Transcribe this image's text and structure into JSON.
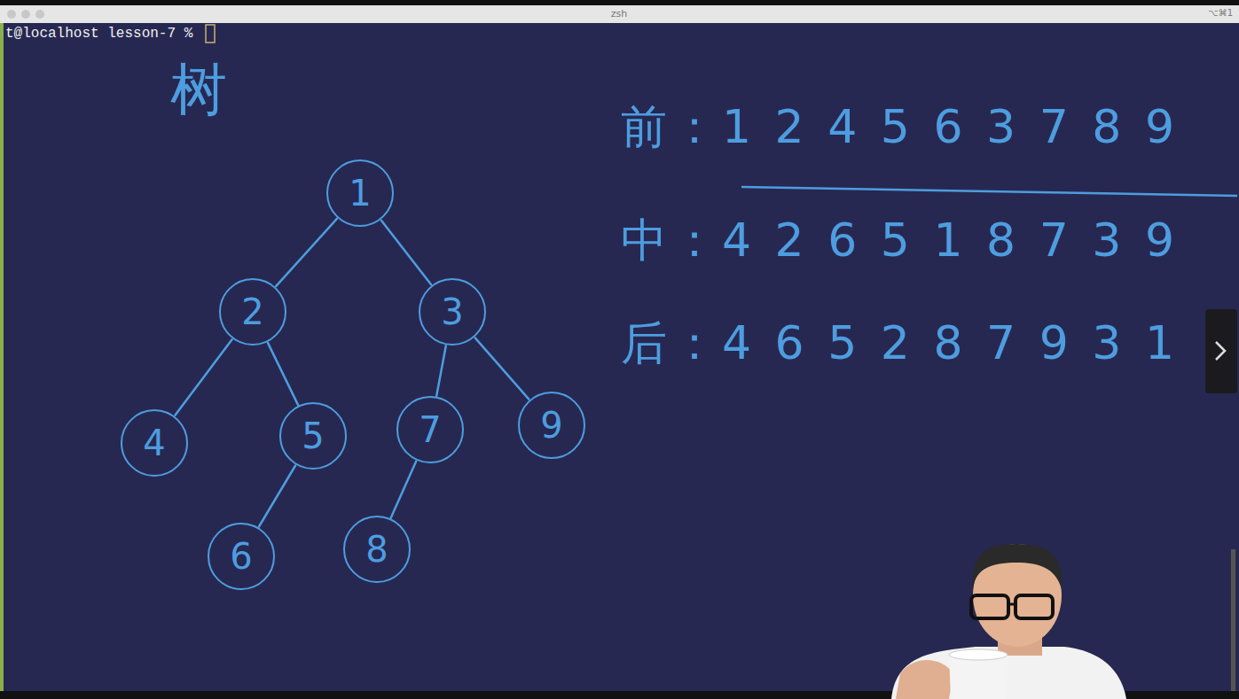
{
  "diagram": {
    "title": "树",
    "nodes": [
      {
        "text": [
          "1"
        ]
      },
      {
        "text": [
          "2"
        ]
      },
      {
        "text": [
          "3"
        ]
      },
      {
        "text": [
          "4"
        ]
      },
      {
        "text": [
          "5"
        ]
      },
      {
        "text": [
          "7"
        ]
      },
      {
        "text": [
          "9"
        ]
      },
      {
        "text": [
          "6"
        ]
      },
      {
        "text": [
          "8"
        ]
      }
    ],
    "edges": [
      {
        "from": 0,
        "to": 1,
        "arrow": "none"
      },
      {
        "from": 0,
        "to": 2,
        "arrow": "none"
      },
      {
        "from": 1,
        "to": 3,
        "arrow": "none"
      },
      {
        "from": 1,
        "to": 4,
        "arrow": "none"
      },
      {
        "from": 2,
        "to": 5,
        "arrow": "none"
      },
      {
        "from": 2,
        "to": 6,
        "arrow": "none"
      },
      {
        "from": 4,
        "to": 7,
        "arrow": "none"
      },
      {
        "from": 5,
        "to": 8,
        "arrow": "none"
      }
    ],
    "labels": [
      "zsh",
      "⌥⌘1",
      "t@localhost lesson-7 %",
      "前：1 2 4 5 6 3 7 8 9",
      "中：4 2 6 5 1 8 7 3 9",
      "后：4 6 5 2 8 7 9 3 1"
    ]
  }
}
